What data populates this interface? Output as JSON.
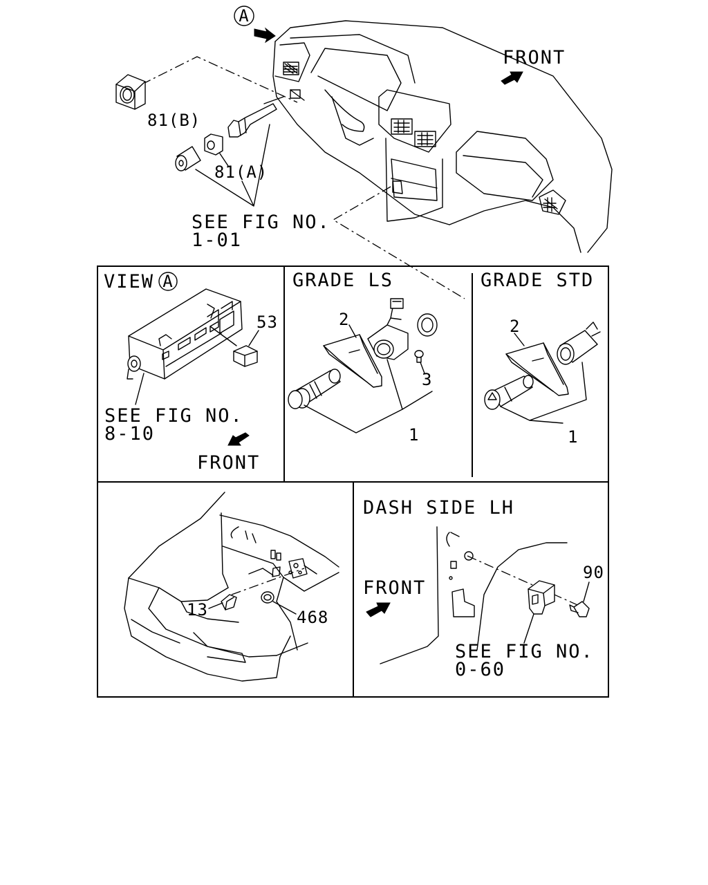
{
  "top": {
    "view_marker": "A",
    "front": "FRONT",
    "part_81b": "81(B)",
    "part_81a": "81(A)",
    "see_fig_line1": "SEE FIG NO.",
    "see_fig_line2": "1-01"
  },
  "view_a": {
    "title": "VIEW",
    "marker": "A",
    "part_53": "53",
    "see_fig_line1": "SEE FIG NO.",
    "see_fig_line2": "8-10",
    "front": "FRONT"
  },
  "grade_ls": {
    "title": "GRADE LS",
    "part_1": "1",
    "part_2": "2",
    "part_3": "3"
  },
  "grade_std": {
    "title": "GRADE STD",
    "part_1": "1",
    "part_2": "2"
  },
  "engine_bay": {
    "part_13": "13",
    "part_468": "468"
  },
  "dash_side": {
    "title": "DASH SIDE LH",
    "front": "FRONT",
    "part_90": "90",
    "see_fig_line1": "SEE FIG NO.",
    "see_fig_line2": "0-60"
  }
}
